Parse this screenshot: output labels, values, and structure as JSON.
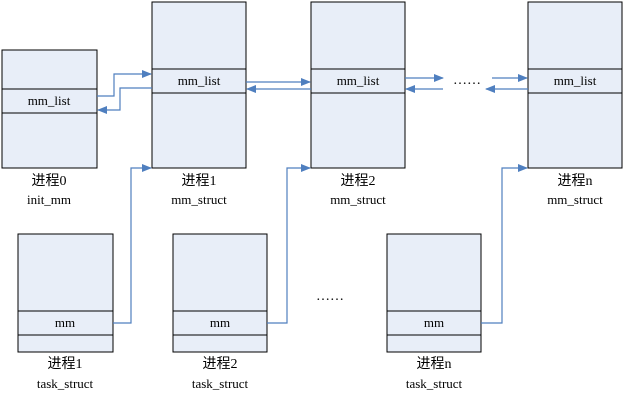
{
  "colors": {
    "box_fill": "#e8eef8",
    "box_stroke": "#000000",
    "arrow": "#4f7fbf"
  },
  "boxes": {
    "p0": {
      "field": "mm_list",
      "name": "进程0",
      "type": "init_mm"
    },
    "p1": {
      "field": "mm_list",
      "name": "进程1",
      "type": "mm_struct"
    },
    "p2": {
      "field": "mm_list",
      "name": "进程2",
      "type": "mm_struct"
    },
    "pn": {
      "field": "mm_list",
      "name": "进程n",
      "type": "mm_struct"
    },
    "t1": {
      "field": "mm",
      "name": "进程1",
      "type": "task_struct"
    },
    "t2": {
      "field": "mm",
      "name": "进程2",
      "type": "task_struct"
    },
    "tn": {
      "field": "mm",
      "name": "进程n",
      "type": "task_struct"
    }
  },
  "ellipsis": {
    "top": "……",
    "bottom": "……"
  }
}
